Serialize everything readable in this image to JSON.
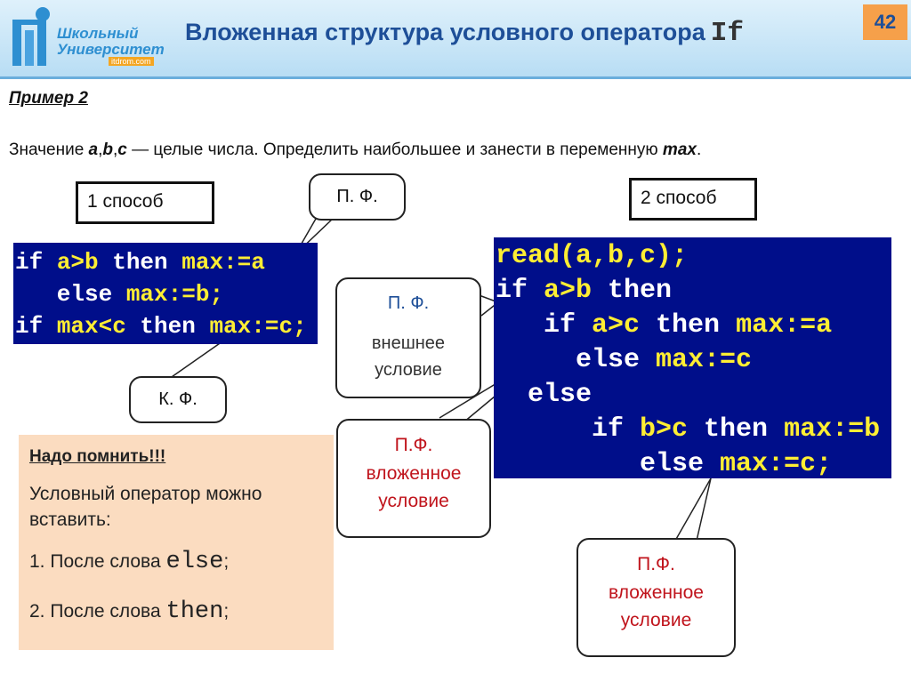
{
  "header": {
    "logo_line1": "Школьный",
    "logo_line2": "Университет",
    "logo_site": "itdrom.com",
    "title": "Вложенная структура условного оператора",
    "title_code": "If",
    "page_number": "42"
  },
  "example": {
    "title": "Пример 2",
    "statement_prefix": "Значение ",
    "var_a": "a",
    "comma1": ",",
    "var_b": "b",
    "comma2": ",",
    "var_c": "c",
    "statement_middle": " — целые числа. Определить наибольшее и занести в переменную ",
    "var_max": "max",
    "statement_end": "."
  },
  "method1": {
    "label": "1 способ",
    "code": [
      [
        {
          "t": "if ",
          "y": false
        },
        {
          "t": "a>b",
          "y": true
        },
        {
          "t": " then ",
          "y": false
        },
        {
          "t": "max:=a",
          "y": true
        }
      ],
      [
        {
          "t": "   else ",
          "y": false
        },
        {
          "t": "max:=b;",
          "y": true
        }
      ],
      [
        {
          "t": "if ",
          "y": false
        },
        {
          "t": "max<c",
          "y": true
        },
        {
          "t": " then ",
          "y": false
        },
        {
          "t": "max:=c;",
          "y": true
        }
      ]
    ]
  },
  "method2": {
    "label": "2 способ",
    "code": [
      [
        {
          "t": "read(a,b,c);",
          "y": true
        }
      ],
      [
        {
          "t": "if ",
          "y": false
        },
        {
          "t": "a>b",
          "y": true
        },
        {
          "t": " then",
          "y": false
        }
      ],
      [
        {
          "t": "   if ",
          "y": false
        },
        {
          "t": "a>c",
          "y": true
        },
        {
          "t": " then ",
          "y": false
        },
        {
          "t": "max:=a",
          "y": true
        }
      ],
      [
        {
          "t": "     else ",
          "y": false
        },
        {
          "t": "max:=c",
          "y": true
        }
      ],
      [
        {
          "t": "  else",
          "y": false
        }
      ],
      [
        {
          "t": "      if ",
          "y": false
        },
        {
          "t": "b>c",
          "y": true
        },
        {
          "t": " then ",
          "y": false
        },
        {
          "t": "max:=b",
          "y": true
        }
      ],
      [
        {
          "t": "         else ",
          "y": false
        },
        {
          "t": "max:=c;",
          "y": true
        }
      ]
    ]
  },
  "callouts": {
    "pf_top": "П. Ф.",
    "kf": "К. Ф.",
    "outer_title": "П. Ф.",
    "outer_text": "внешнее условие",
    "nested1_title": "П.Ф.",
    "nested1_text": "вложенное условие",
    "nested2_title": "П.Ф.",
    "nested2_text": "вложенное условие"
  },
  "note": {
    "title": "Надо помнить!!!",
    "text": "Условный оператор можно вставить:",
    "item1_prefix": "1. После слова ",
    "item1_kw": "else",
    "item1_suffix": ";",
    "item2_prefix": "2. После слова ",
    "item2_kw": "then",
    "item2_suffix": ";"
  },
  "colors": {
    "code_bg": "#000e8a",
    "code_keyword": "#ffffff",
    "code_highlight": "#ffee33",
    "title": "#1e4f98",
    "callout_red": "#c0141c",
    "callout_blue": "#1e4f98",
    "note_bg": "#fbdcc0",
    "page_badge": "#f6a04a"
  }
}
